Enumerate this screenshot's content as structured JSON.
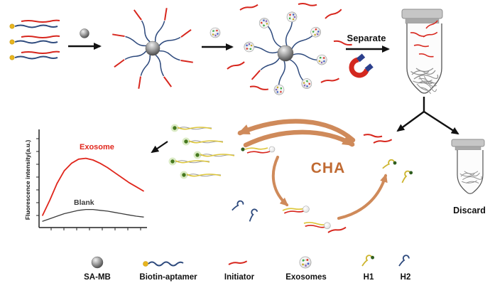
{
  "scheme": {
    "separate_label": "Separate",
    "cha_label": "CHA",
    "discard_label": "Discard"
  },
  "chart_data": {
    "type": "line",
    "title": "",
    "xlabel": "",
    "ylabel": "Fluorescence intensity(a.u.)",
    "grid": false,
    "axis_tick_labels_visible": false,
    "series": [
      {
        "name": "Exosome",
        "color": "#e0261c",
        "values": [
          0.12,
          0.3,
          0.5,
          0.65,
          0.74,
          0.79,
          0.8,
          0.78,
          0.74,
          0.69,
          0.63,
          0.57,
          0.51,
          0.46,
          0.41
        ]
      },
      {
        "name": "Blank",
        "color": "#3c3c3c",
        "values": [
          0.05,
          0.08,
          0.11,
          0.14,
          0.16,
          0.18,
          0.19,
          0.19,
          0.18,
          0.17,
          0.155,
          0.14,
          0.125,
          0.11,
          0.1
        ]
      }
    ]
  },
  "legend": {
    "items": [
      {
        "icon": "sa-mb-bead-icon",
        "label": "SA-MB"
      },
      {
        "icon": "biotin-aptamer-icon",
        "label": "Biotin-aptamer"
      },
      {
        "icon": "initiator-strand-icon",
        "label": "Initiator"
      },
      {
        "icon": "exosome-icon",
        "label": "Exosomes"
      },
      {
        "icon": "h1-hairpin-icon",
        "label": "H1"
      },
      {
        "icon": "h2-hairpin-icon",
        "label": "H2"
      }
    ]
  },
  "colors": {
    "initiator_red": "#d7261d",
    "aptamer_blue": "#2e4a7d",
    "h1_yellow": "#cdb52e",
    "green_dot": "#2f5e1f",
    "cha_orange": "#cf8a5a",
    "bead_gray": "#8a8a8a",
    "biotin_yellow": "#e8b51f",
    "magnet_red": "#d3281f",
    "magnet_blue": "#2b3f8c"
  }
}
